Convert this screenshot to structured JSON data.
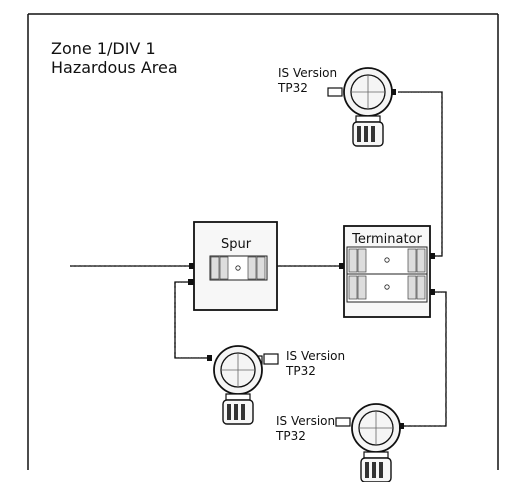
{
  "zone": {
    "line1": "Zone 1/DIV 1",
    "line2": "Hazardous Area"
  },
  "boxes": {
    "spur": "Spur",
    "terminator": "Terminator"
  },
  "devices": [
    {
      "line1": "IS Version",
      "line2": "TP32"
    },
    {
      "line1": "IS Version",
      "line2": "TP32"
    },
    {
      "line1": "IS Version",
      "line2": "TP32"
    }
  ],
  "colors": {
    "line": "#111111",
    "box_fill": "#f7f7f7",
    "device_fill": "#f5f5f5"
  }
}
